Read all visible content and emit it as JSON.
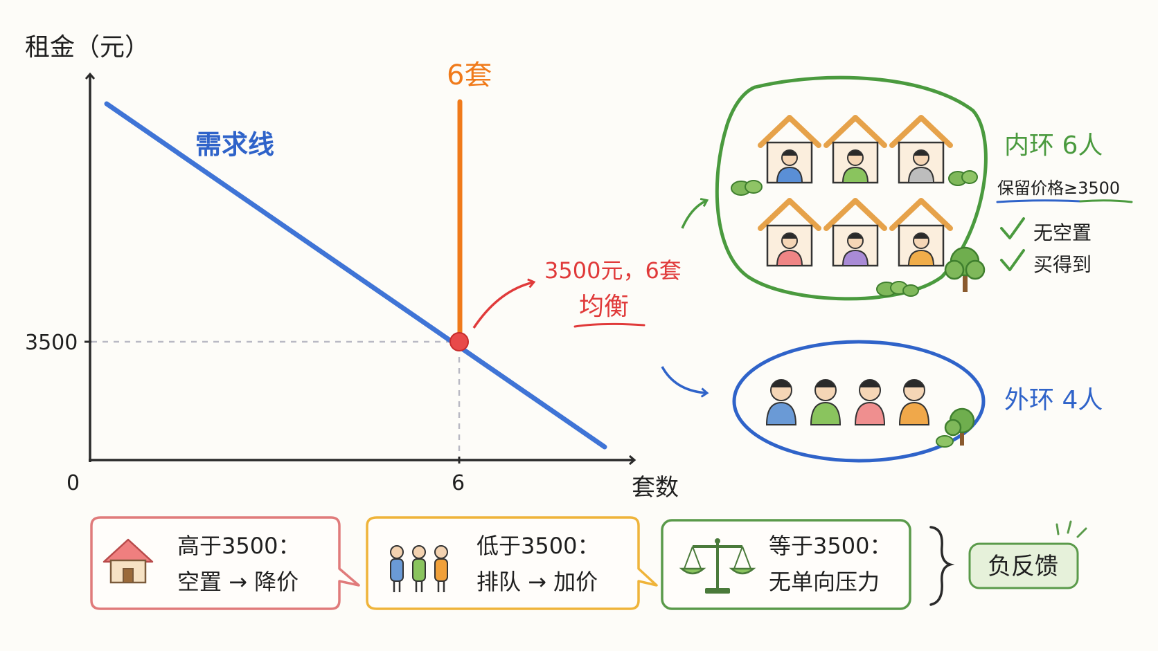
{
  "axes": {
    "y_label": "租金（元）",
    "x_label": "套数",
    "origin": "0",
    "y_tick": "3500",
    "x_tick": "6"
  },
  "demand": {
    "label": "需求线",
    "color": "#3f74d6"
  },
  "supply": {
    "label": "6套",
    "color": "#f07a1a"
  },
  "equilibrium": {
    "point_label": "3500元，6套",
    "title": "均衡",
    "color": "#e03a3a",
    "price": 3500,
    "quantity": 6
  },
  "inner_ring": {
    "title": "内环 6人",
    "subtitle": "保留价格≥3500",
    "checks": [
      "无空置",
      "买得到"
    ],
    "color": "#4a9a3e"
  },
  "outer_ring": {
    "title": "外环 4人",
    "color": "#2f63c9"
  },
  "boxes": [
    {
      "line1": "高于3500：",
      "line2": "空置 → 降价",
      "color": "#e07b7b",
      "icon": "house-icon"
    },
    {
      "line1": "低于3500：",
      "line2": "排队 → 加价",
      "color": "#efb43a",
      "icon": "queue-icon"
    },
    {
      "line1": "等于3500：",
      "line2": "无单向压力",
      "color": "#5a9a4a",
      "icon": "scale-icon"
    }
  ],
  "feedback": {
    "label": "负反馈",
    "color": "#5a9a4a"
  },
  "colors": {
    "axis": "#2a2a2a",
    "guide": "#b9b9c4",
    "house_roof": "#e6a24a"
  }
}
